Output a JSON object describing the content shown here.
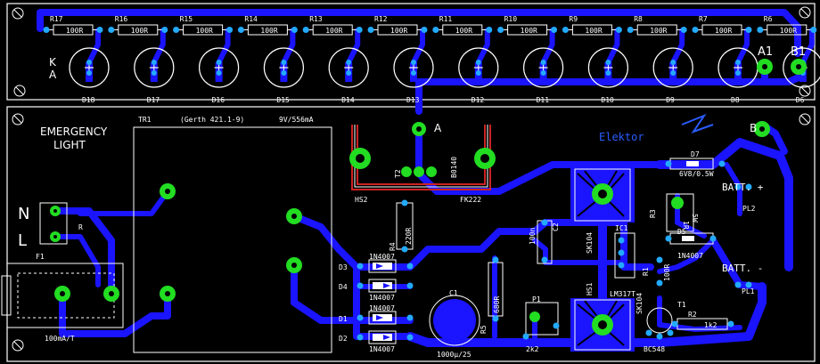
{
  "colors": {
    "background": "#000000",
    "trace": "#1a14ff",
    "pad": "#22dd22",
    "silk": "#ffffff",
    "holes": "#ffffff",
    "redbox": "#cc2222"
  },
  "top_board": {
    "resistors": [
      {
        "ref": "R17",
        "value": "100R"
      },
      {
        "ref": "R16",
        "value": "100R"
      },
      {
        "ref": "R15",
        "value": "100R"
      },
      {
        "ref": "R14",
        "value": "100R"
      },
      {
        "ref": "R13",
        "value": "100R"
      },
      {
        "ref": "R12",
        "value": "100R"
      },
      {
        "ref": "R11",
        "value": "100R"
      },
      {
        "ref": "R10",
        "value": "100R"
      },
      {
        "ref": "R9",
        "value": "100R"
      },
      {
        "ref": "R8",
        "value": "100R"
      },
      {
        "ref": "R7",
        "value": "100R"
      },
      {
        "ref": "R6",
        "value": "100R"
      }
    ],
    "leds": [
      "D18",
      "D17",
      "D16",
      "D15",
      "D14",
      "D13",
      "D12",
      "D11",
      "D10",
      "D9",
      "D8",
      "D6"
    ],
    "led_k": "K",
    "led_a": "A",
    "conn_a1": "A1",
    "conn_b1": "B1"
  },
  "bottom_board": {
    "title_line1": "EMERGENCY",
    "title_line2": "LIGHT",
    "tr1": "TR1",
    "tr_part": "(Gerth 421.1-9)",
    "tr_rating": "9V/556mA",
    "mains_l": "L",
    "mains_n": "N",
    "fuse_f1": "F1",
    "fuse_value": "100mA/T",
    "conn_a": "A",
    "conn_b": "B",
    "bridge": "B0140",
    "t2": "T2",
    "hs2": "HS2",
    "fk222": "FK222",
    "d3": "D3",
    "d4": "D4",
    "d1": "D1",
    "d2": "D2",
    "diode_1n4007_a": "1N4007",
    "diode_1n4007_b": "1N4007",
    "diode_1n4007_c": "1N4007",
    "diode_1n4007_d": "1N4007",
    "r4": "R4",
    "r4_value": "220R",
    "r5": "R5",
    "r5_value": "680R",
    "c1": "C1",
    "c1_value": "1000µ/25",
    "c2": "C2",
    "c2_value": "100n",
    "p1": "P1",
    "p1_value": "2k2",
    "hs1": "HS1",
    "sk104_a": "SK104",
    "sk104_b": "SK104",
    "ic1": "IC1",
    "lm317": "LM317T",
    "r1": "R1",
    "r1_value": "100R",
    "r2": "R2",
    "r2_value": "1k2",
    "r3": "R3",
    "r3_value": "1R",
    "r3_extra": "5W",
    "d5": "D5",
    "d5_value": "1N4007",
    "d7": "D7",
    "d7_value": "6V8/0.5W",
    "t1": "T1",
    "t1_value": "BC548",
    "batt_plus": "BATT. +",
    "batt_minus": "BATT. -",
    "pl1": "PL1",
    "pl2": "PL2",
    "copyright": "Elektor"
  }
}
